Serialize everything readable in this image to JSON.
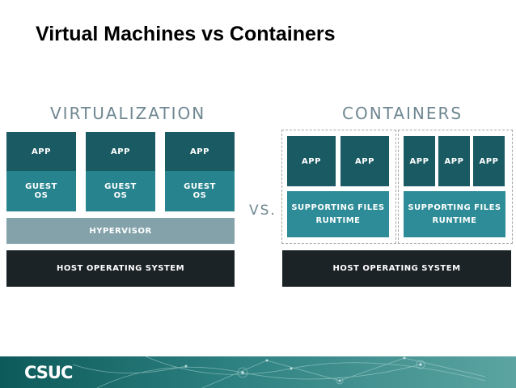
{
  "title": "Virtual Machines vs Containers",
  "virtualization": {
    "heading": "VIRTUALIZATION",
    "columns": [
      {
        "app": "APP",
        "guest": "GUEST\nOS"
      },
      {
        "app": "APP",
        "guest": "GUEST\nOS"
      },
      {
        "app": "APP",
        "guest": "GUEST\nOS"
      }
    ],
    "hypervisor": "HYPERVISOR",
    "host": "HOST OPERATING SYSTEM"
  },
  "vs": "VS.",
  "containers": {
    "heading": "CONTAINERS",
    "groups": [
      {
        "apps": [
          "APP",
          "APP"
        ],
        "supporting": "SUPPORTING FILES\nRUNTIME"
      },
      {
        "apps": [
          "APP",
          "APP",
          "APP"
        ],
        "supporting": "SUPPORTING FILES\nRUNTIME"
      }
    ],
    "host": "HOST OPERATING SYSTEM"
  },
  "footer": {
    "logo_text": "CSUC"
  },
  "colors": {
    "app": "#1a5a63",
    "guest_os": "#27848f",
    "hypervisor": "#84a2aa",
    "host_os": "#1b2326",
    "supporting": "#2d8c97",
    "heading": "#6f8791",
    "footer": "#2e8181"
  }
}
